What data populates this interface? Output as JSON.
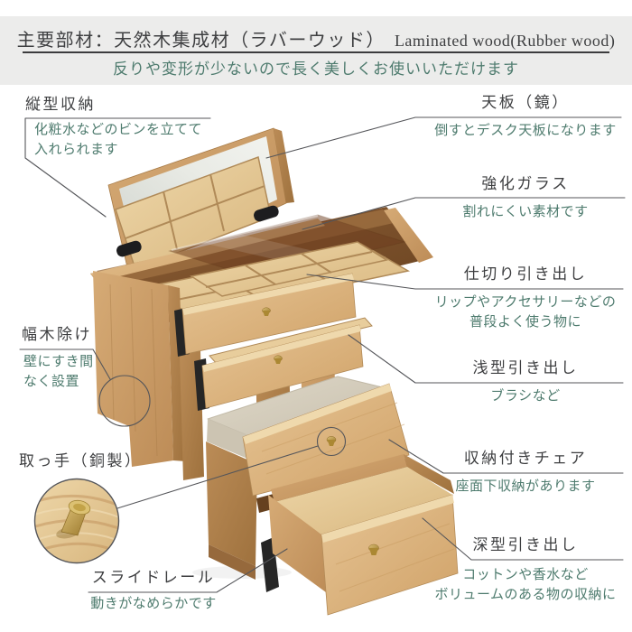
{
  "header": {
    "material_label_jp": "主要部材：天然木集成材（ラバーウッド）",
    "material_label_en": "Laminated wood(Rubber wood)",
    "subtitle": "反りや変形が少ないので長く美しくお使いいただけます"
  },
  "callouts": {
    "vertical_storage": {
      "title": "縦型収納",
      "lines": [
        "化粧水などのビンを立てて",
        "入れられます"
      ]
    },
    "top_mirror": {
      "title": "天板（鏡）",
      "lines": [
        "倒すとデスク天板になります"
      ]
    },
    "tempered_glass": {
      "title": "強化ガラス",
      "lines": [
        "割れにくい素材です"
      ]
    },
    "divider_drawer": {
      "title": "仕切り引き出し",
      "lines": [
        "リップやアクセサリーなどの",
        "普段よく使う物に"
      ]
    },
    "shallow_drawer": {
      "title": "浅型引き出し",
      "lines": [
        "ブラシなど"
      ]
    },
    "baseboard_cutout": {
      "title": "幅木除け",
      "lines": [
        "壁にすき間",
        "なく設置"
      ]
    },
    "handle": {
      "title": "取っ手（銅製）",
      "lines": []
    },
    "slide_rail": {
      "title": "スライドレール",
      "lines": [
        "動きがなめらかです"
      ]
    },
    "storage_chair": {
      "title": "収納付きチェア",
      "lines": [
        "座面下収納があります"
      ]
    },
    "deep_drawer": {
      "title": "深型引き出し",
      "lines": [
        "コットンや香水など",
        "ボリュームのある物の収納に"
      ]
    }
  },
  "colors": {
    "accent_green": "#4e7b6e",
    "title_text": "#3d3e40",
    "header_bg": "#ececeb",
    "callout_line": "#55565a",
    "wood_light": "#e3c091",
    "wood_dark": "#a0743f",
    "interior_brown": "#6b4423",
    "mirror": "#e9ebe6",
    "cushion": "#d9d2c2",
    "brass": "#c9a94e"
  }
}
